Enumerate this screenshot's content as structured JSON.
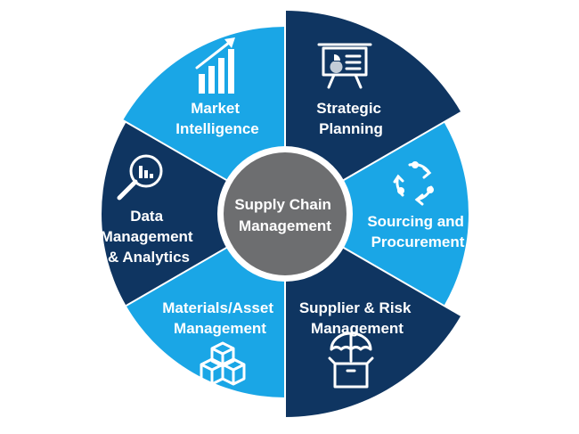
{
  "center": {
    "lines": [
      "Supply Chain",
      "Management"
    ]
  },
  "segments": [
    {
      "id": "strategic-planning",
      "lines": [
        "Strategic",
        "Planning"
      ],
      "icon": "presentation-board-icon",
      "color": "#0f3561"
    },
    {
      "id": "sourcing-procurement",
      "lines": [
        "Sourcing and",
        "Procurement"
      ],
      "icon": "cycle-arrows-icon",
      "color": "#1aa6e6"
    },
    {
      "id": "supplier-risk",
      "lines": [
        "Supplier & Risk",
        "Management"
      ],
      "icon": "umbrella-box-icon",
      "color": "#0f3561"
    },
    {
      "id": "materials-asset",
      "lines": [
        "Materials/Asset",
        "Management"
      ],
      "icon": "stacked-cubes-icon",
      "color": "#1aa6e6"
    },
    {
      "id": "data-analytics",
      "lines": [
        "Data",
        "Management",
        "& Analytics"
      ],
      "icon": "magnifier-chart-icon",
      "color": "#0f3561"
    },
    {
      "id": "market-intelligence",
      "lines": [
        "Market",
        "Intelligence"
      ],
      "icon": "growth-chart-icon",
      "color": "#1aa6e6"
    }
  ],
  "colors": {
    "dark_navy": "#0f3561",
    "bright_blue": "#1aa6e6",
    "center_fill": "#6d6e70",
    "center_ring": "#ffffff",
    "divider": "#ffffff"
  }
}
